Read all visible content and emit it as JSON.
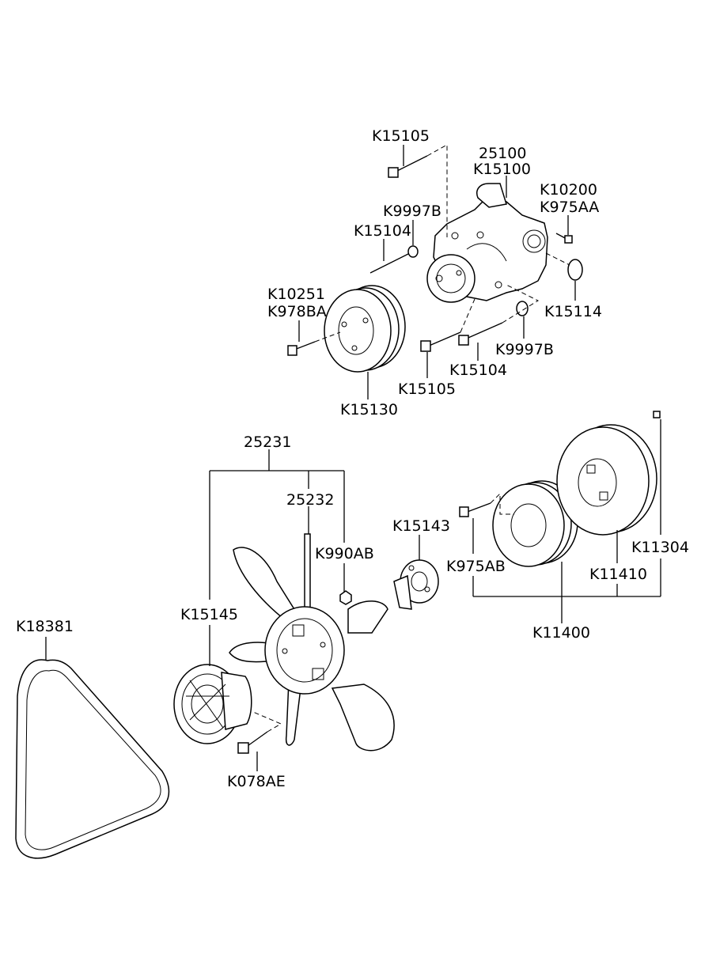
{
  "labels": {
    "k15105_top": "K15105",
    "n25100": "25100",
    "k15100": "K15100",
    "k10200": "K10200",
    "k975aa": "K975AA",
    "k9997b_top": "K9997B",
    "k15104_top": "K15104",
    "k10251": "K10251",
    "k978ba": "K978BA",
    "k15114": "K15114",
    "k9997b_bottom": "K9997B",
    "k15104_bottom": "K15104",
    "k15105_bottom": "K15105",
    "k15130": "K15130",
    "n25231": "25231",
    "n25232": "25232",
    "k15143": "K15143",
    "k990ab": "K990AB",
    "k975ab": "K975AB",
    "k11304": "K11304",
    "k11410": "K11410",
    "k15145": "K15145",
    "k18381": "K18381",
    "k11400": "K11400",
    "k078ae": "K078AE"
  }
}
